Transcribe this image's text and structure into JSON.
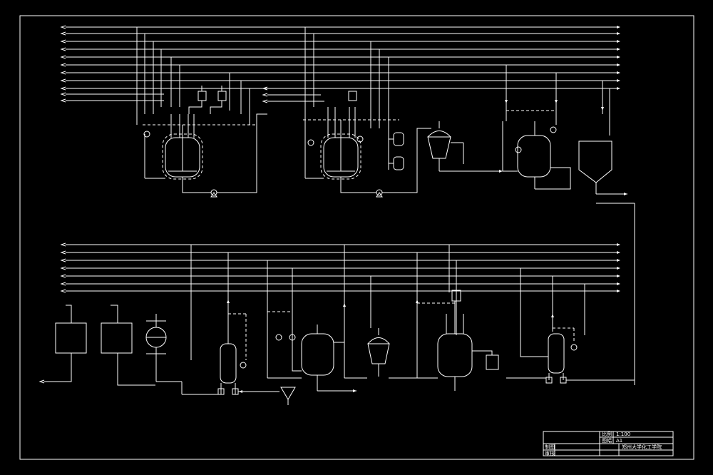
{
  "title_block": {
    "drawing_title": "",
    "scale_label": "比例",
    "scale_value": "1:100",
    "sheet_label": "图幅",
    "sheet_value": "A1",
    "drawn_label": "制图",
    "checked_label": "审核",
    "org": "郑州大学化工学院"
  },
  "colors": {
    "background": "#000000",
    "lines": "#ffffff"
  }
}
